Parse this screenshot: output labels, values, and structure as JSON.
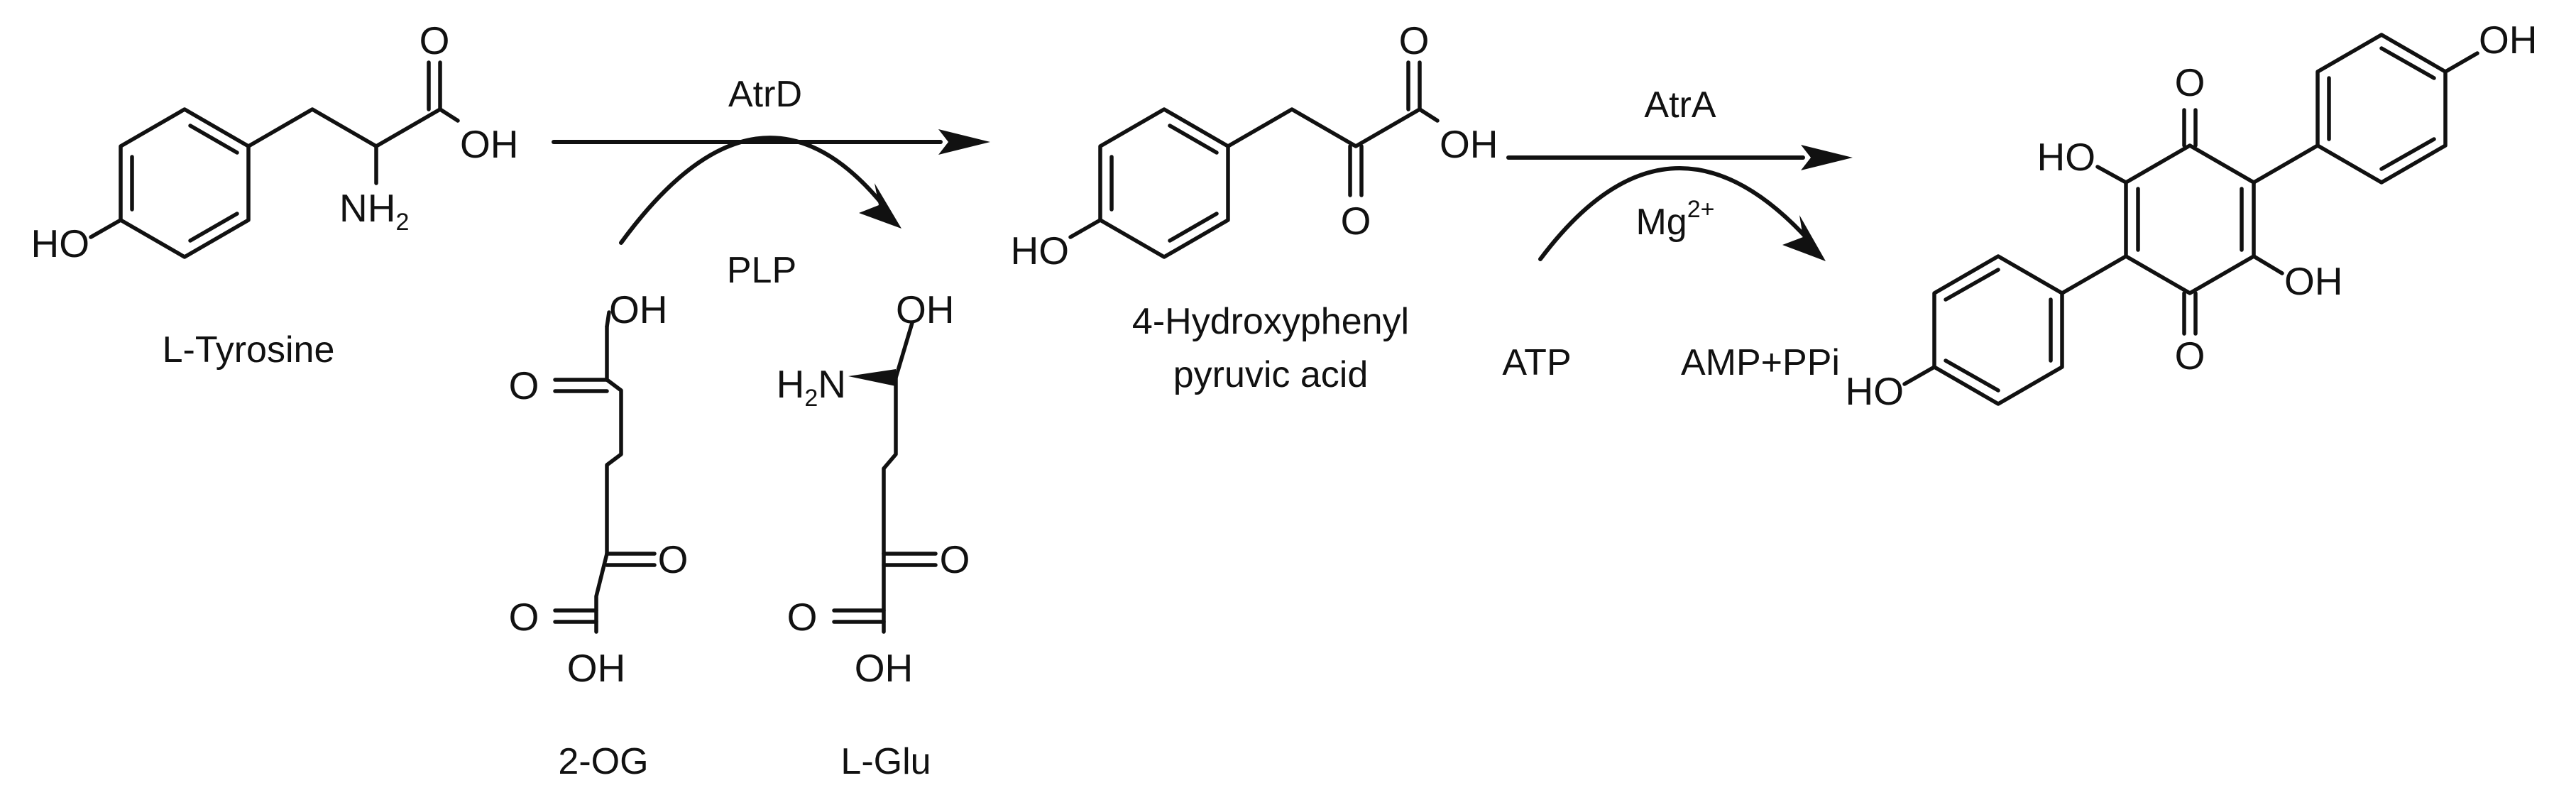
{
  "reaction_1": {
    "enzyme": "AtrD",
    "cofactor": "PLP",
    "substrate": "L-Tyrosine",
    "co_substrate": "2-OG",
    "co_product": "L-Glu"
  },
  "reaction_2": {
    "enzyme": "AtrA",
    "cofactor_base": "Mg",
    "cofactor_charge": "2+",
    "co_substrate": "ATP",
    "co_product": "AMP+PPi"
  },
  "intermediate": {
    "name_line1": "4-Hydroxyphenyl",
    "name_line2": "pyruvic acid"
  },
  "atoms": {
    "O": "O",
    "OH": "OH",
    "HO": "HO",
    "NH": "NH",
    "H2N_H": "H",
    "H2N_N": "N",
    "sub2": "2"
  }
}
